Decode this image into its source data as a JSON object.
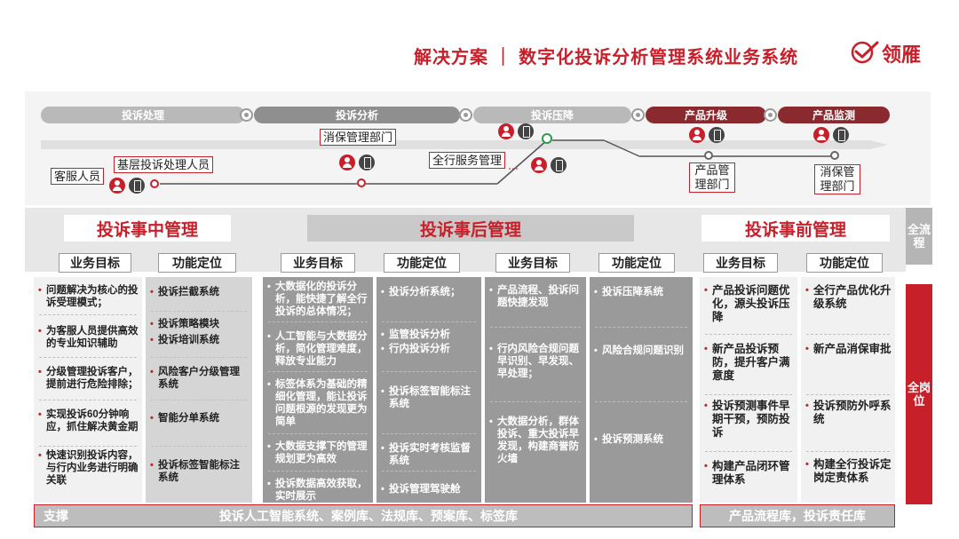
{
  "header": {
    "title": "解决方案 ｜ 数字化投诉分析管理系统业务系统",
    "logo_text": "领雁"
  },
  "flow": {
    "stages": [
      {
        "label": "投诉处理"
      },
      {
        "label": "投诉分析"
      },
      {
        "label": "投诉压降"
      },
      {
        "label": "产品升级"
      },
      {
        "label": "产品监测"
      }
    ],
    "roles": {
      "customer_service": "客服人员",
      "grassroots": "基层投诉处理人员",
      "consumer_protection_top": "消保管理部门",
      "bank_service": "全行服务管理",
      "product_mgmt": "产品管理部门",
      "consumer_protection_bottom": "消保管理部门"
    }
  },
  "sections": {
    "during": "投诉事中管理",
    "after": "投诉事后管理",
    "before": "投诉事前管理"
  },
  "col_heads": {
    "goal": "业务目标",
    "function": "功能定位"
  },
  "columns": {
    "during_goal": [
      "问题解决为核心的投诉受理模式；",
      "为客服人员提供高效的专业知识辅助",
      "分级管理投诉客户，提前进行危险排除；",
      "实现投诉60分钟响应，抓住解决黄金期",
      "快速识别投诉内容，与行内业务进行明确关联"
    ],
    "during_func": [
      "投诉拦截系统",
      "投诉策略模块",
      "投诉培训系统",
      "风险客户分级管理系统",
      "智能分单系统",
      "投诉标签智能标注系统"
    ],
    "after1_goal": [
      "大数据化的投诉分析，能快捷了解全行投诉的总体情况；",
      "人工智能与大数据分析，简化管理难度，释放专业能力",
      "标签体系为基础的精细化管理，能让投诉问题根源的发现更为简单",
      "大数据支撑下的管理规划更为高效",
      "投诉数据高效获取，实时展示"
    ],
    "after1_func": [
      "投诉分析系统；",
      "监管投诉分析",
      "行内投诉分析",
      "投诉标签智能标注系统",
      "投诉实时考核监督系统",
      "投诉管理驾驶舱"
    ],
    "after2_goal": [
      "产品流程、投诉问题快捷发现",
      "行内风险合规问题早识别、早发现、早处理；",
      "大数据分析，群体投诉、重大投诉早发现，构建商誉防火墙"
    ],
    "after2_func": [
      "投诉压降系统",
      "风险合规问题识别",
      "投诉预测系统"
    ],
    "before_goal": [
      "产品投诉问题优化，源头投诉压降",
      "新产品投诉预防，提升客户满意度",
      "投诉预测事件早期干预，预防投诉",
      "构建产品闭环管理体系"
    ],
    "before_func": [
      "全行产品优化升级系统",
      "新产品消保审批",
      "投诉预防外呼系统",
      "构建全行投诉定岗定责体系"
    ]
  },
  "side": {
    "process": "全流程",
    "position": "全岗位"
  },
  "bottom": {
    "support_label": "支撑",
    "support_text": "投诉人工智能系统、案例库、法规库、预案库、标签库",
    "right_text": "产品流程库，投诉责任库"
  },
  "colors": {
    "accent": "#c8202a",
    "dark_stage": "#8a2a2e",
    "gray_column": "#9a9a9a"
  }
}
